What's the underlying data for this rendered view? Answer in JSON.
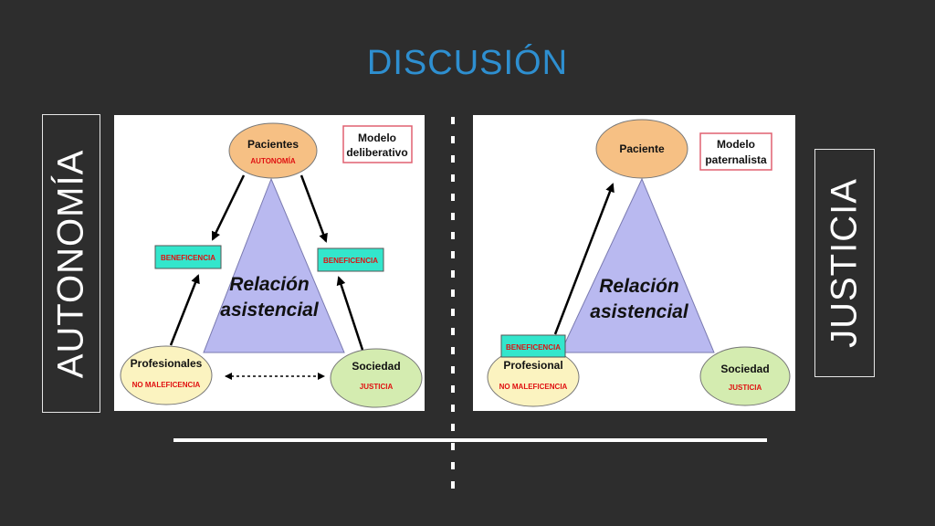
{
  "slide": {
    "title": "DISCUSIÓN",
    "left_vertical": "AUTONOMÍA",
    "right_vertical": "JUSTICIA"
  },
  "left_diagram": {
    "model_line1": "Modelo",
    "model_line2": "deliberativo",
    "center_line1": "Relación",
    "center_line2": "asistencial",
    "top_node": "Pacientes",
    "top_sub": "AUTONOMÍA",
    "left_node": "Profesionales",
    "left_sub": "NO MALEFICENCIA",
    "right_node": "Sociedad",
    "right_sub": "JUSTICIA",
    "beneficence_left": "BENEFICENCIA",
    "beneficence_right": "BENEFICENCIA"
  },
  "right_diagram": {
    "model_line1": "Modelo",
    "model_line2": "paternalista",
    "center_line1": "Relación",
    "center_line2": "asistencial",
    "top_node": "Paciente",
    "left_node": "Profesional",
    "left_sub": "NO MALEFICENCIA",
    "right_node": "Sociedad",
    "right_sub": "JUSTICIA",
    "beneficence": "BENEFICENCIA"
  },
  "colors": {
    "title": "#2e8fd0",
    "background": "#2d2d2d",
    "triangle": "#b9b9f0",
    "patient_node": "#f6c084",
    "professional_node": "#fbf3c0",
    "society_node": "#d4ecb0",
    "beneficence_box": "#33e6cc",
    "red_text": "#e01010"
  }
}
